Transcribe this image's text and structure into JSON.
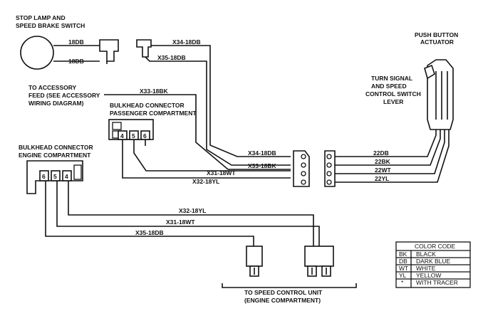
{
  "labels": {
    "stop_lamp_l1": "STOP LAMP AND",
    "stop_lamp_l2": "SPEED BRAKE SWITCH",
    "push_button_l1": "PUSH BUTTON",
    "push_button_l2": "ACTUATOR",
    "turn_signal_l1": "TURN SIGNAL",
    "turn_signal_l2": "AND SPEED",
    "turn_signal_l3": "CONTROL SWITCH",
    "turn_signal_l4": "LEVER",
    "accessory_l1": "TO ACCESSORY",
    "accessory_l2": "FEED (SEE ACCESSORY",
    "accessory_l3": "WIRING DIAGRAM)",
    "bulkhead_pass_l1": "BULKHEAD CONNECTOR",
    "bulkhead_pass_l2": "PASSENGER COMPARTMENT",
    "bulkhead_eng_l1": "BULKHEAD CONNECTOR",
    "bulkhead_eng_l2": "ENGINE COMPARTMENT",
    "speed_unit_l1": "TO SPEED CONTROL UNIT",
    "speed_unit_l2": "(ENGINE COMPARTMENT)"
  },
  "wires": {
    "switch_top": "18DB",
    "switch_bottom": "18DB",
    "x34_top": "X34-18DB",
    "x35_top": "X35-18DB",
    "x33_accessory": "X33-18BK",
    "x34_conn": "X34-18DB",
    "x33_conn": "X33-18BK",
    "x31_conn": "X31-18WT",
    "x32_conn": "X32-18YL",
    "sw_22db": "22DB",
    "sw_22bk": "22BK",
    "sw_22wt": "22WT",
    "sw_22yl": "22YL",
    "x32_low": "X32-18YL",
    "x31_low": "X31-18WT",
    "x35_low": "X35-18DB"
  },
  "pins": {
    "pass": [
      "4",
      "5",
      "6"
    ],
    "eng": [
      "6",
      "5",
      "4"
    ]
  },
  "color_code": {
    "title": "COLOR CODE",
    "rows": [
      {
        "code": "BK",
        "name": "BLACK"
      },
      {
        "code": "DB",
        "name": "DARK BLUE"
      },
      {
        "code": "WT",
        "name": "WHITE"
      },
      {
        "code": "YL",
        "name": "YELLOW"
      },
      {
        "code": "*",
        "name": "WITH TRACER"
      }
    ]
  }
}
